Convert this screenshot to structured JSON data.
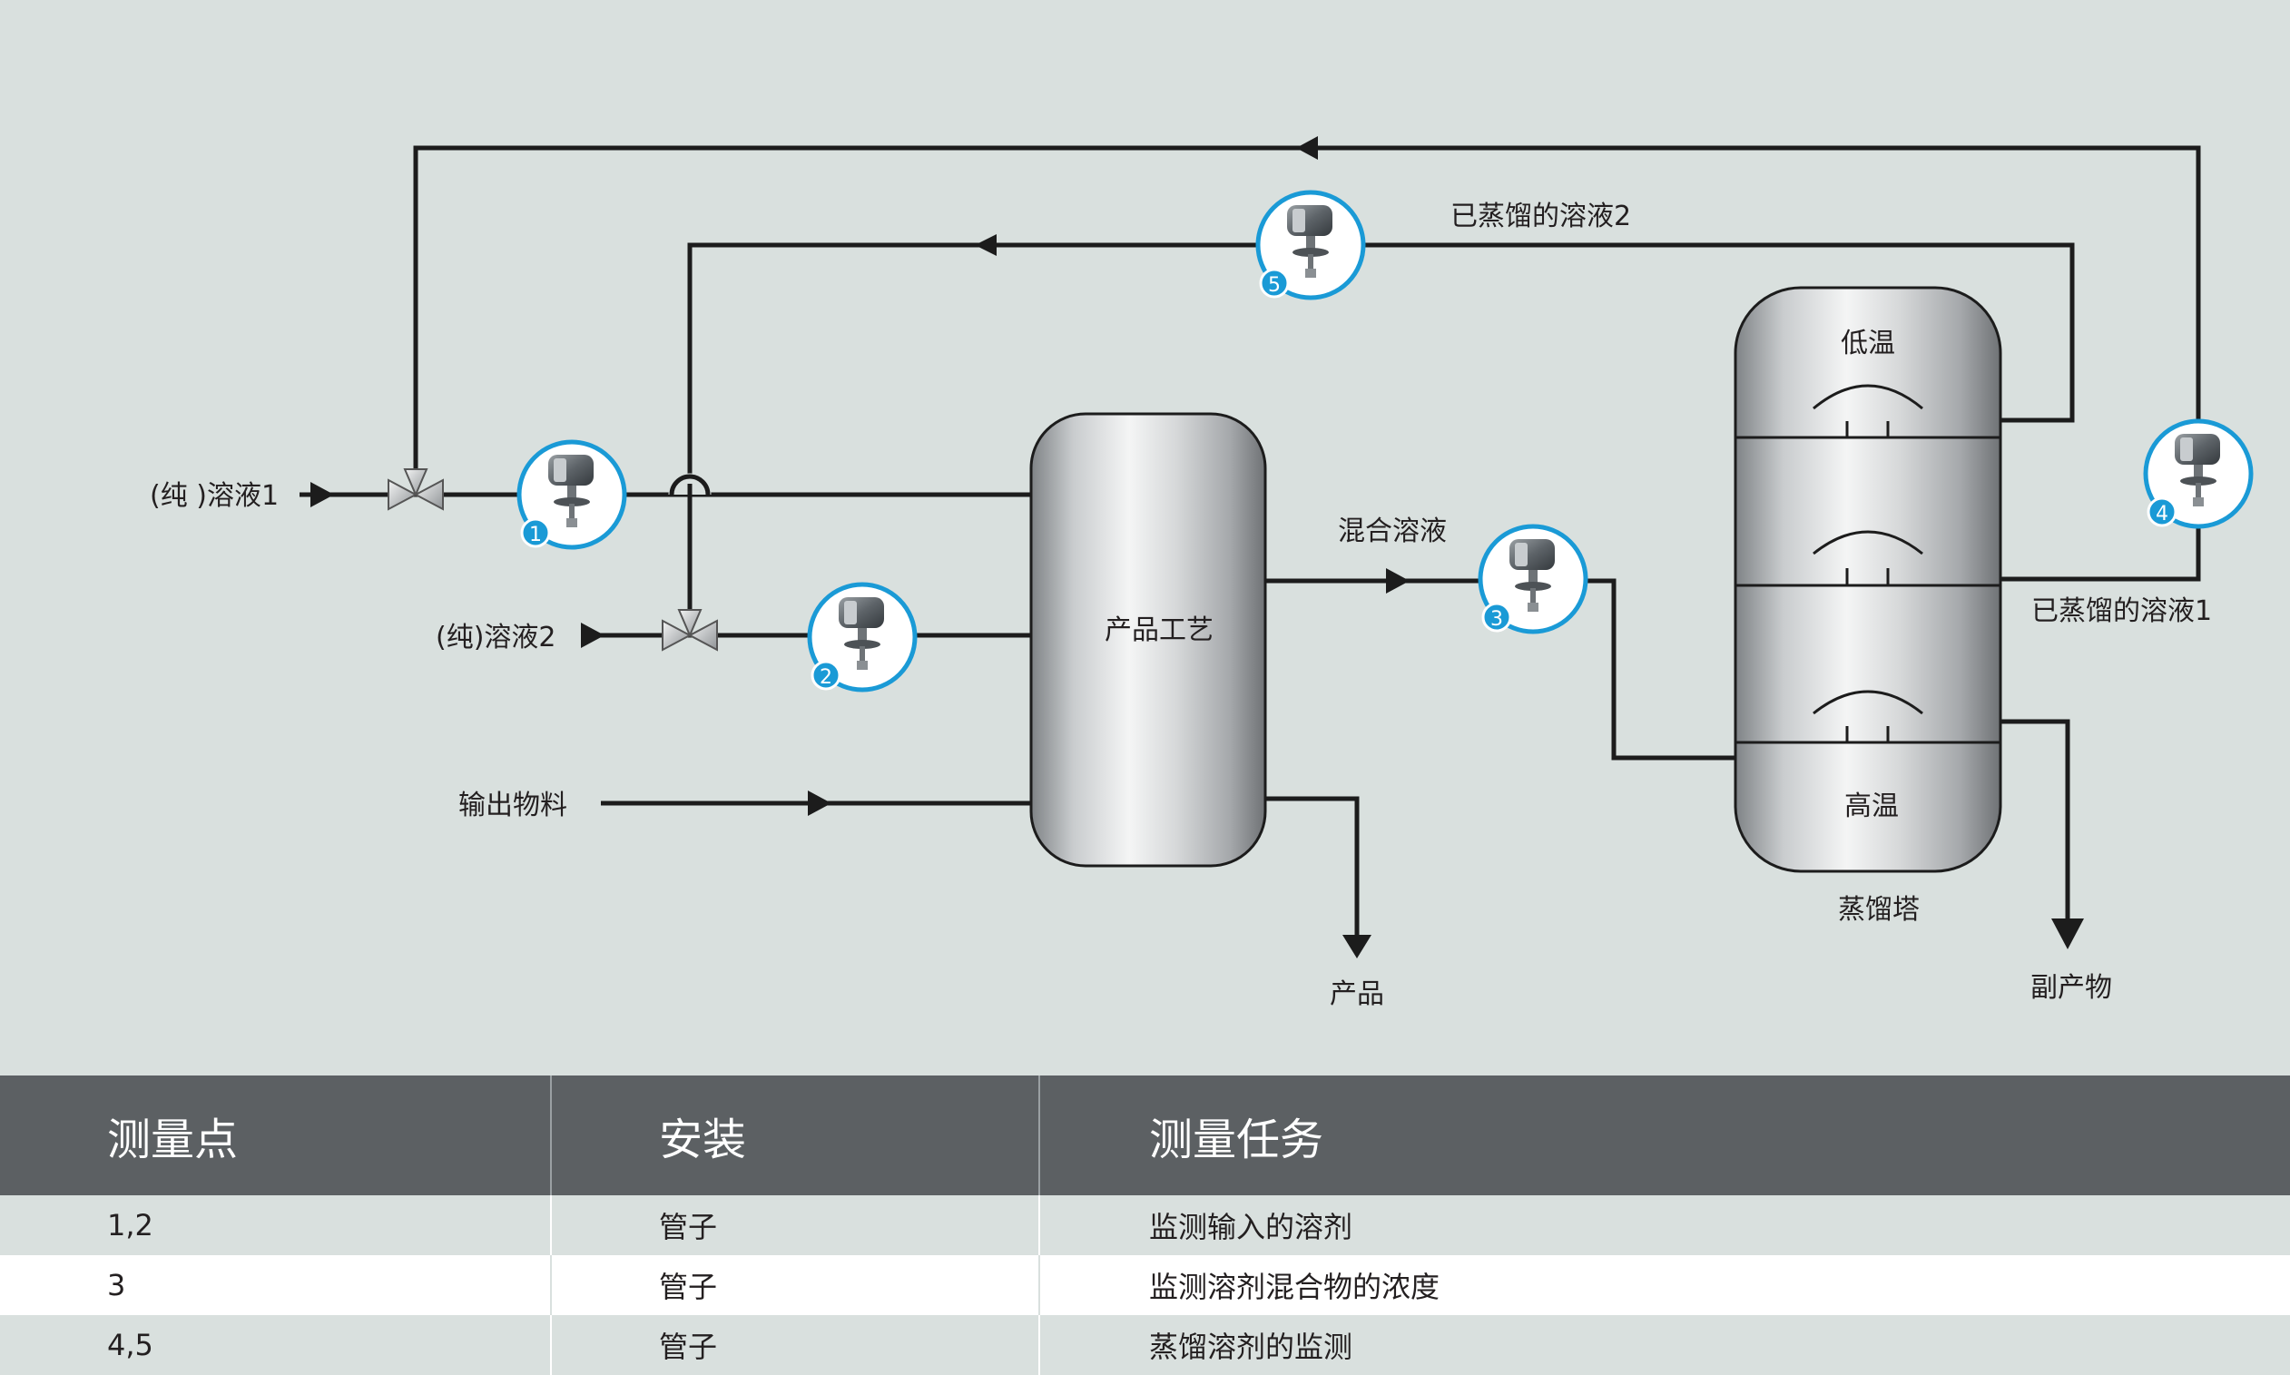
{
  "diagram": {
    "inputs": {
      "solution1": "(纯 )溶液1",
      "solution2": "(纯)溶液2",
      "output_material": "输出物料"
    },
    "process_vessel": "产品工艺",
    "product": "产品",
    "mixed_solution": "混合溶液",
    "distillation_column": {
      "name": "蒸馏塔",
      "top_label": "低温",
      "bottom_label": "高温"
    },
    "distillate_1": "已蒸馏的溶液1",
    "distillate_2": "已蒸馏的溶液2",
    "byproduct": "副产物",
    "measurement_points": [
      "1",
      "2",
      "3",
      "4",
      "5"
    ],
    "colors": {
      "badge": "#1a9ad6",
      "line": "#1c1c1c",
      "background": "#d9e0de"
    }
  },
  "table": {
    "headers": [
      "测量点",
      "安装",
      "测量任务"
    ],
    "rows": [
      [
        "1,2",
        "管子",
        "监测输入的溶剂"
      ],
      [
        "3",
        "管子",
        "监测溶剂混合物的浓度"
      ],
      [
        "4,5",
        "管子",
        "蒸馏溶剂的监测"
      ]
    ]
  }
}
